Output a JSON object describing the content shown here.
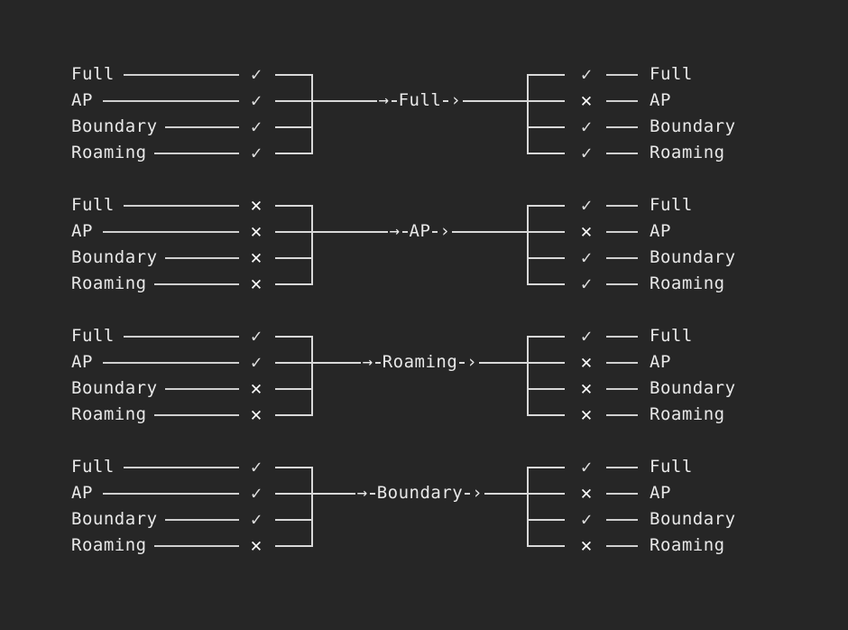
{
  "theme": {
    "background": "#262626",
    "text": "#e8e8e8",
    "line": "#d8d8d8",
    "check_color": "#e0e0e0",
    "cross_color": "#ffffff"
  },
  "glyphs": {
    "check": "✓",
    "cross": "✕",
    "arrow_in": "→",
    "arrow_out": "›"
  },
  "groups": [
    {
      "label": "Full",
      "inputs": [
        {
          "name": "Full",
          "mark": "check"
        },
        {
          "name": "AP",
          "mark": "check"
        },
        {
          "name": "Boundary",
          "mark": "check"
        },
        {
          "name": "Roaming",
          "mark": "check"
        }
      ],
      "outputs": [
        {
          "name": "Full",
          "mark": "check"
        },
        {
          "name": "AP",
          "mark": "cross"
        },
        {
          "name": "Boundary",
          "mark": "check"
        },
        {
          "name": "Roaming",
          "mark": "check"
        }
      ]
    },
    {
      "label": "AP",
      "inputs": [
        {
          "name": "Full",
          "mark": "cross"
        },
        {
          "name": "AP",
          "mark": "cross"
        },
        {
          "name": "Boundary",
          "mark": "cross"
        },
        {
          "name": "Roaming",
          "mark": "cross"
        }
      ],
      "outputs": [
        {
          "name": "Full",
          "mark": "check"
        },
        {
          "name": "AP",
          "mark": "cross"
        },
        {
          "name": "Boundary",
          "mark": "check"
        },
        {
          "name": "Roaming",
          "mark": "check"
        }
      ]
    },
    {
      "label": "Roaming",
      "inputs": [
        {
          "name": "Full",
          "mark": "check"
        },
        {
          "name": "AP",
          "mark": "check"
        },
        {
          "name": "Boundary",
          "mark": "cross"
        },
        {
          "name": "Roaming",
          "mark": "cross"
        }
      ],
      "outputs": [
        {
          "name": "Full",
          "mark": "check"
        },
        {
          "name": "AP",
          "mark": "cross"
        },
        {
          "name": "Boundary",
          "mark": "cross"
        },
        {
          "name": "Roaming",
          "mark": "cross"
        }
      ]
    },
    {
      "label": "Boundary",
      "inputs": [
        {
          "name": "Full",
          "mark": "check"
        },
        {
          "name": "AP",
          "mark": "check"
        },
        {
          "name": "Boundary",
          "mark": "check"
        },
        {
          "name": "Roaming",
          "mark": "cross"
        }
      ],
      "outputs": [
        {
          "name": "Full",
          "mark": "check"
        },
        {
          "name": "AP",
          "mark": "cross"
        },
        {
          "name": "Boundary",
          "mark": "check"
        },
        {
          "name": "Roaming",
          "mark": "cross"
        }
      ]
    }
  ]
}
